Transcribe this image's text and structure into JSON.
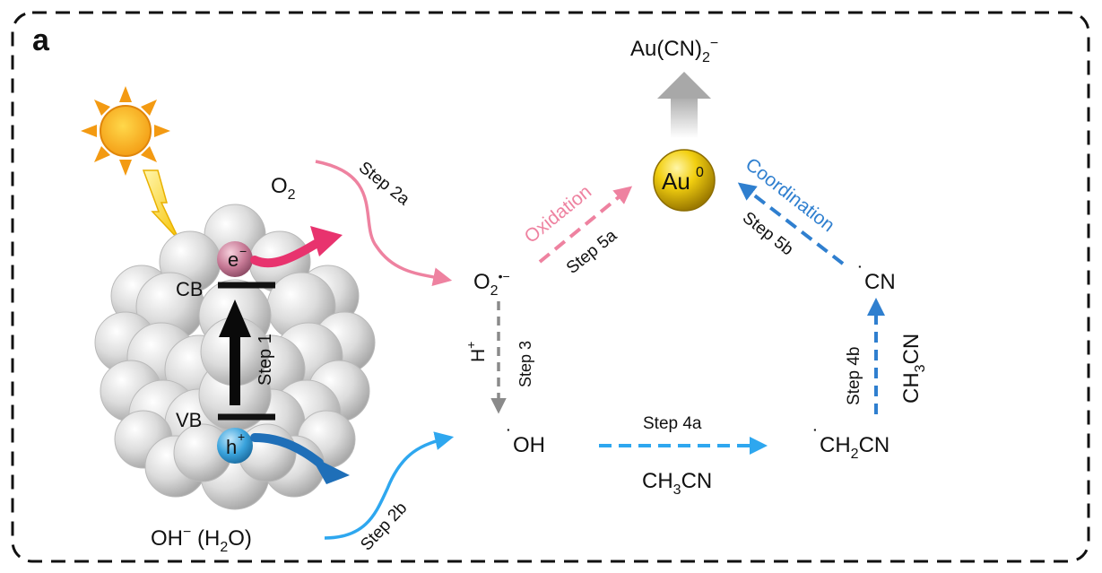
{
  "panel_label": "a",
  "gold": {
    "symbol": "Au",
    "superscript": "0"
  },
  "product": {
    "main": "Au(CN)",
    "sub": "2",
    "sup": "−"
  },
  "species": {
    "o2": {
      "main": "O",
      "sub": "2"
    },
    "superoxide": {
      "main": "O",
      "sub": "2",
      "sup": "•−"
    },
    "hydroxyl": {
      "dot": "˙",
      "main": "OH"
    },
    "ch2cn": {
      "dot": "˙",
      "a": "CH",
      "sub": "2",
      "b": "CN"
    },
    "cn": {
      "dot": "˙",
      "main": "CN"
    },
    "hydroxide": {
      "a": "OH",
      "sup": "−",
      "b": " (H",
      "sub": "2",
      "c": "O)"
    }
  },
  "band_labels": {
    "cb": "CB",
    "vb": "VB"
  },
  "carriers": {
    "electron": {
      "main": "e",
      "sup": "−"
    },
    "hole": {
      "main": "h",
      "sup": "+"
    }
  },
  "reagents": {
    "proton": {
      "main": "H",
      "sup": "+"
    },
    "acetonitrile_4a": {
      "a": "CH",
      "sub": "3",
      "b": "CN"
    },
    "acetonitrile_4b": {
      "a": "CH",
      "sub": "3",
      "b": "CN"
    }
  },
  "steps": {
    "step1": "Step 1",
    "step2a": "Step 2a",
    "step2b": "Step 2b",
    "step3": "Step 3",
    "step4a": "Step 4a",
    "step4b": "Step 4b",
    "step5a": "Step 5a",
    "step5b": "Step 5b"
  },
  "process_labels": {
    "oxidation": "Oxidation",
    "coordination": "Coordination"
  },
  "colors": {
    "pink": "#ee82a0",
    "magenta": "#e8336e",
    "blue": "#2f7fcf",
    "light_blue": "#2ea7ef",
    "grey_arrow": "#8a8a8a",
    "gold": "#d8b400",
    "sun": "#f5a51c"
  }
}
